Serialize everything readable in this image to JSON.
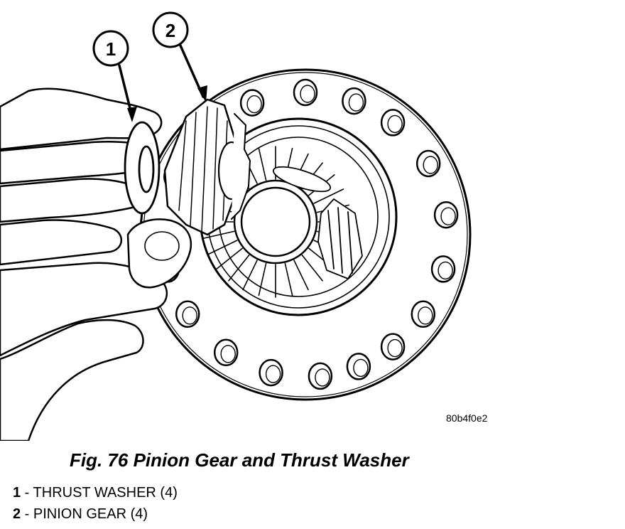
{
  "callouts": [
    {
      "number": "1",
      "target": "thrust-washer"
    },
    {
      "number": "2",
      "target": "pinion-gear"
    }
  ],
  "image_code": "80b4f0e2",
  "caption": "Fig. 76 Pinion Gear and Thrust Washer",
  "legend": [
    {
      "number": "1",
      "label": " - THRUST WASHER (4)"
    },
    {
      "number": "2",
      "label": " - PINION GEAR (4)"
    }
  ]
}
